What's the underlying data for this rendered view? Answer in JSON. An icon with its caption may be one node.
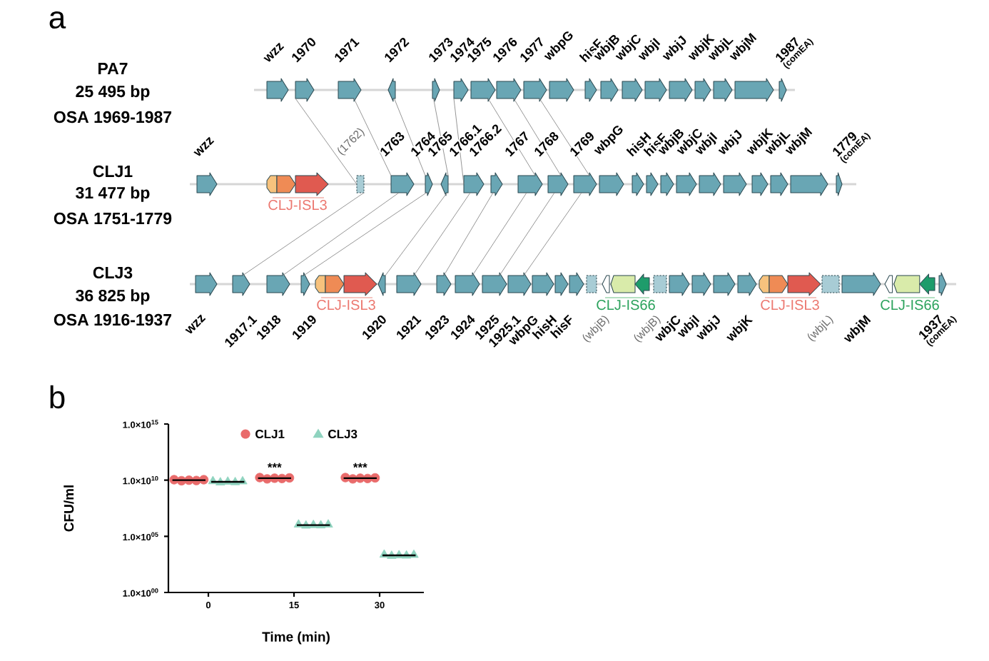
{
  "diagram": {
    "nodes": [
      {
        "text": [
          "wzz"
        ]
      },
      {
        "text": [
          "1970"
        ]
      },
      {
        "text": [
          "1971"
        ]
      },
      {
        "text": [
          "1972"
        ]
      },
      {
        "text": [
          "1973"
        ]
      },
      {
        "text": [
          "1974"
        ]
      },
      {
        "text": [
          "1975"
        ]
      },
      {
        "text": [
          "1976"
        ]
      },
      {
        "text": [
          "1977"
        ]
      },
      {
        "text": [
          "wbpG"
        ]
      },
      {
        "text": [
          "hisF"
        ]
      },
      {
        "text": [
          "wbjB"
        ]
      },
      {
        "text": [
          "wbjC"
        ]
      },
      {
        "text": [
          "wbjI"
        ]
      },
      {
        "text": [
          "wbjJ"
        ]
      },
      {
        "text": [
          "wbjK"
        ]
      },
      {
        "text": [
          "wbjL"
        ]
      },
      {
        "text": [
          "wbjM"
        ]
      },
      {
        "text": [
          "1987",
          "(comEA)"
        ]
      },
      {
        "text": [
          "wzz"
        ]
      },
      {
        "text": [
          "CLJ-ISL3"
        ]
      },
      {
        "text": [
          "(1762)"
        ]
      },
      {
        "text": [
          "1763"
        ]
      },
      {
        "text": [
          "1764"
        ]
      },
      {
        "text": [
          "1765"
        ]
      },
      {
        "text": [
          "1766.1"
        ]
      },
      {
        "text": [
          "1766.2"
        ]
      },
      {
        "text": [
          "1767"
        ]
      },
      {
        "text": [
          "1768"
        ]
      },
      {
        "text": [
          "1769"
        ]
      },
      {
        "text": [
          "wbpG"
        ]
      },
      {
        "text": [
          "hisH"
        ]
      },
      {
        "text": [
          "hisF"
        ]
      },
      {
        "text": [
          "wbjB"
        ]
      },
      {
        "text": [
          "wbjC"
        ]
      },
      {
        "text": [
          "wbjI"
        ]
      },
      {
        "text": [
          "wbjJ"
        ]
      },
      {
        "text": [
          "wbjK"
        ]
      },
      {
        "text": [
          "wbjL"
        ]
      },
      {
        "text": [
          "wbjM"
        ]
      },
      {
        "text": [
          "1779",
          "(comEA)"
        ]
      },
      {
        "text": [
          "wzz"
        ]
      },
      {
        "text": [
          "1917.1"
        ]
      },
      {
        "text": [
          "1918"
        ]
      },
      {
        "text": [
          "1919"
        ]
      },
      {
        "text": [
          "CLJ-ISL3"
        ]
      },
      {
        "text": [
          "1920"
        ]
      },
      {
        "text": [
          "1921"
        ]
      },
      {
        "text": [
          "1923"
        ]
      },
      {
        "text": [
          "1924"
        ]
      },
      {
        "text": [
          "1925"
        ]
      },
      {
        "text": [
          "1925.1"
        ]
      },
      {
        "text": [
          "wbpG"
        ]
      },
      {
        "text": [
          "hisH"
        ]
      },
      {
        "text": [
          "hisF"
        ]
      },
      {
        "text": [
          "(wbjB)"
        ]
      },
      {
        "text": [
          "CLJ-IS66"
        ]
      },
      {
        "text": [
          "(wbjB)"
        ]
      },
      {
        "text": [
          "wbjC"
        ]
      },
      {
        "text": [
          "wbjI"
        ]
      },
      {
        "text": [
          "wbjJ"
        ]
      },
      {
        "text": [
          "wbjK"
        ]
      },
      {
        "text": [
          "CLJ-ISL3"
        ]
      },
      {
        "text": [
          "(wbjL)"
        ]
      },
      {
        "text": [
          "wbjM"
        ]
      },
      {
        "text": [
          "CLJ-IS66"
        ]
      },
      {
        "text": [
          "1937",
          "(comEA)"
        ]
      }
    ],
    "edges": [
      {
        "from": 1,
        "to": 21,
        "arrow": "none"
      },
      {
        "from": 2,
        "to": 22,
        "arrow": "none"
      },
      {
        "from": 3,
        "to": 23,
        "arrow": "none"
      },
      {
        "from": 4,
        "to": 24,
        "arrow": "none"
      },
      {
        "from": 5,
        "to": 25,
        "arrow": "none"
      },
      {
        "from": 6,
        "to": 27,
        "arrow": "none"
      },
      {
        "from": 7,
        "to": 28,
        "arrow": "none"
      },
      {
        "from": 8,
        "to": 29,
        "arrow": "none"
      },
      {
        "from": 21,
        "to": 42,
        "arrow": "none"
      },
      {
        "from": 22,
        "to": 43,
        "arrow": "none"
      },
      {
        "from": 23,
        "to": 44,
        "arrow": "none"
      },
      {
        "from": 24,
        "to": 46,
        "arrow": "none"
      },
      {
        "from": 25,
        "to": 47,
        "arrow": "none"
      },
      {
        "from": 26,
        "to": 48,
        "arrow": "none"
      },
      {
        "from": 27,
        "to": 49,
        "arrow": "none"
      },
      {
        "from": 28,
        "to": 50,
        "arrow": "none"
      },
      {
        "from": 29,
        "to": 51,
        "arrow": "none"
      }
    ],
    "labels": [
      "a",
      "PA7",
      "25 495 bp",
      "OSA 1969-1987",
      "CLJ1",
      "31 477 bp",
      "OSA 1751-1779",
      "CLJ3",
      "36 825 bp",
      "OSA 1916-1937",
      "b"
    ],
    "chart_data": {
      "type": "scatter",
      "xlabel": "Time (min)",
      "ylabel": "CFU/ml",
      "log": true,
      "x": [
        -6.0,
        -4.7,
        -3.4,
        -2.1,
        -0.8,
        0.8,
        2.1,
        3.4,
        4.7,
        6.0,
        9.0,
        10.3,
        11.6,
        12.9,
        14.2,
        15.8,
        17.1,
        18.4,
        19.7,
        21.0,
        24.0,
        25.3,
        26.6,
        27.9,
        29.2,
        30.8,
        32.1,
        33.4,
        34.7,
        36.0
      ],
      "series": [
        {
          "name": "CLJ1",
          "color": "#e96b6b",
          "values": [
            11000000000.0,
            8900000000.0,
            10000000000.0,
            9300000000.0,
            11000000000.0,
            null,
            null,
            null,
            null,
            null,
            17000000000.0,
            13000000000.0,
            15000000000.0,
            14000000000.0,
            16000000000.0,
            null,
            null,
            null,
            null,
            null,
            17000000000.0,
            13000000000.0,
            15000000000.0,
            14000000000.0,
            16000000000.0,
            null,
            null,
            null,
            null,
            null
          ]
        },
        {
          "name": "CLJ3",
          "color": "#8fd3bf",
          "values": [
            null,
            null,
            null,
            null,
            null,
            8000000000.0,
            6200000000.0,
            7200000000.0,
            6500000000.0,
            7700000000.0,
            null,
            null,
            null,
            null,
            null,
            1100000.0,
            890000.0,
            1000000.0,
            930000.0,
            1100000.0,
            null,
            null,
            null,
            null,
            null,
            2300.0,
            1800.0,
            2000.0,
            1900.0,
            2200.0
          ]
        }
      ],
      "xlim": [
        -7,
        37.75
      ],
      "ylim": [
        1,
        1000000000000000.0
      ],
      "xticks": [
        0,
        15,
        30
      ],
      "yticks": [
        {
          "value": 1,
          "label": "1.0×10$^{00}$"
        },
        {
          "value": 100000.0,
          "label": "1.0×10$^{05}$"
        },
        {
          "value": 10000000000.0,
          "label": "1.0×10$^{10}$"
        },
        {
          "value": 1000000000000000.0,
          "label": "1.0×10$^{15}$"
        }
      ],
      "annotations": [
        "***",
        "***"
      ]
    }
  }
}
